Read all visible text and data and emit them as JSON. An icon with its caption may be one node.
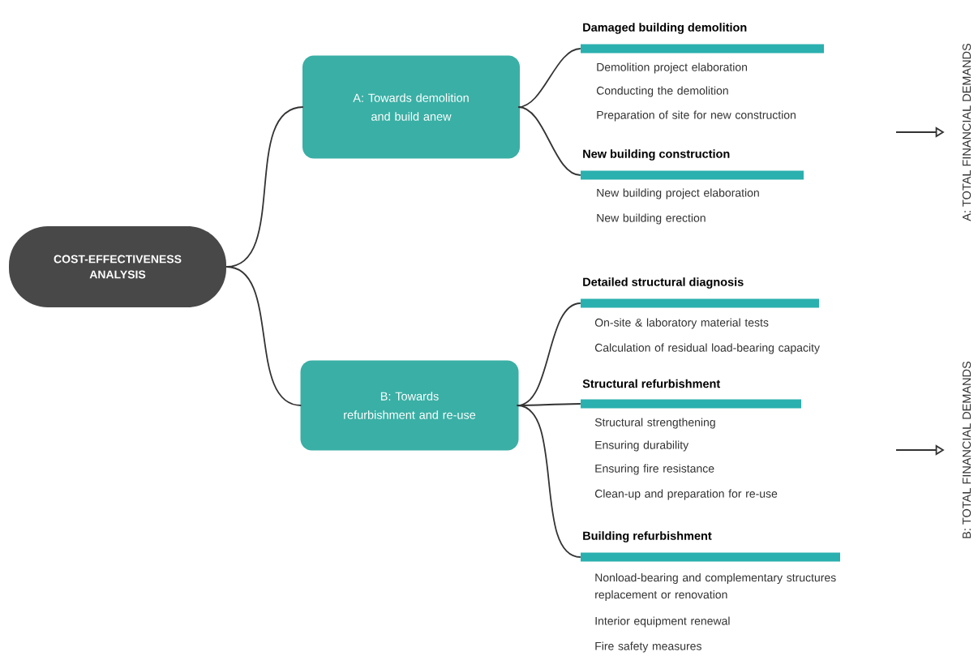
{
  "diagram": {
    "nodes": [
      {
        "text": [
          "COST-EFFECTIVENESS ANALYSIS"
        ]
      },
      {
        "text": [
          "A: Towards demolition and build anew"
        ]
      },
      {
        "text": [
          "B: Towards refurbishment and re-use"
        ]
      },
      {
        "text": [
          "Damaged building demolition"
        ],
        "beside": [
          "Demolition project elaboration",
          "Conducting the demolition",
          "Preparation of site for new construction"
        ]
      },
      {
        "text": [
          "New building construction"
        ],
        "beside": [
          "New building project elaboration",
          "New building erection"
        ]
      },
      {
        "text": [
          "Detailed structural diagnosis"
        ],
        "beside": [
          "On-site & laboratory material tests",
          "Calculation of residual load-bearing capacity"
        ]
      },
      {
        "text": [
          "Structural refurbishment"
        ],
        "beside": [
          "Structural strengthening",
          "Ensuring durability",
          "Ensuring fire resistance",
          "Clean-up and preparation for re-use"
        ]
      },
      {
        "text": [
          "Building refurbishment"
        ],
        "beside": [
          "Nonload-bearing and complementary structures replacement or renovation",
          "Interior equipment renewal",
          "Fire safety measures"
        ]
      },
      {
        "text": [
          "A: TOTAL FINANCIAL DEMANDS"
        ]
      },
      {
        "text": [
          "B: TOTAL FINANCIAL DEMANDS"
        ]
      }
    ],
    "edges": [
      {
        "from": 0,
        "to": 1,
        "arrow": "none"
      },
      {
        "from": 0,
        "to": 2,
        "arrow": "none"
      },
      {
        "from": 1,
        "to": 3,
        "arrow": "none"
      },
      {
        "from": 1,
        "to": 4,
        "arrow": "none"
      },
      {
        "from": 2,
        "to": 5,
        "arrow": "none"
      },
      {
        "from": 2,
        "to": 6,
        "arrow": "none"
      },
      {
        "from": 2,
        "to": 7,
        "arrow": "none"
      },
      {
        "from": null,
        "to": 8,
        "arrow": "to"
      },
      {
        "from": null,
        "to": 9,
        "arrow": "to"
      }
    ]
  }
}
